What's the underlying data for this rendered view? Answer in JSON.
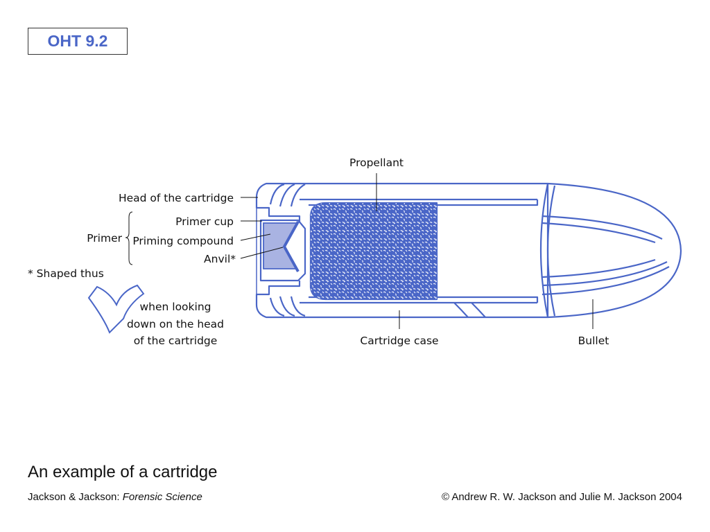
{
  "slide_tag": "OHT 9.2",
  "caption": "An example of a cartridge",
  "footer": {
    "authors": "Jackson & Jackson:",
    "book_title": "Forensic Science",
    "copyright": "© Andrew R. W. Jackson and Julie M. Jackson 2004"
  },
  "labels": {
    "propellant": "Propellant",
    "head": "Head of the cartridge",
    "primer": "Primer",
    "primer_cup": "Primer cup",
    "priming_compound": "Priming compound",
    "anvil": "Anvil*",
    "case": "Cartridge case",
    "bullet": "Bullet",
    "shaped_thus": "* Shaped thus",
    "note_line1": "when looking",
    "note_line2": "down on the head",
    "note_line3": "of the cartridge"
  },
  "colors": {
    "line": "#4a66c7",
    "fill": "#a9b3e2",
    "propellant": "#4a66c7"
  }
}
